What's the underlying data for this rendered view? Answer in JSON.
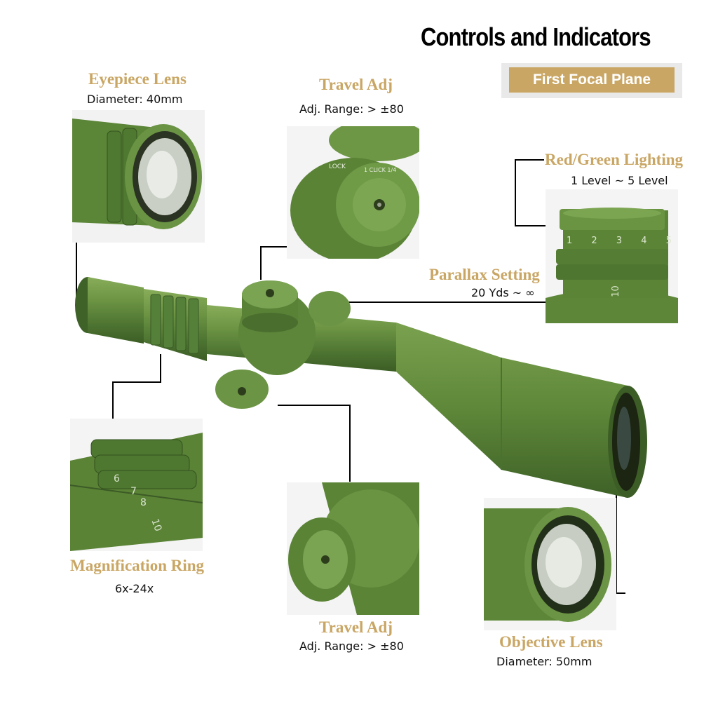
{
  "header": {
    "title": "Controls and Indicators",
    "badge": "First Focal Plane"
  },
  "callouts": {
    "eyepiece": {
      "label": "Eyepiece Lens",
      "detail": "Diameter: 40mm"
    },
    "travel_top": {
      "label": "Travel Adj",
      "detail": "Adj. Range: > ±80"
    },
    "lighting": {
      "label": "Red/Green Lighting",
      "detail": "1 Level ~ 5 Level"
    },
    "parallax": {
      "label": "Parallax Setting",
      "detail": "20 Yds ~ ∞"
    },
    "magnification": {
      "label": "Magnification Ring",
      "detail": "6x-24x"
    },
    "travel_bottom": {
      "label": "Travel Adj",
      "detail": "Adj. Range: > ±80"
    },
    "objective": {
      "label": "Objective Lens",
      "detail": "Diameter: 50mm"
    }
  },
  "dial_marks": {
    "lighting_levels": [
      "1",
      "2",
      "3",
      "4",
      "5"
    ],
    "parallax_mark": "10",
    "mag_marks": [
      "6",
      "7",
      "8",
      "10"
    ],
    "turret_text": "1 CLICK 1/4",
    "lock_text": "LOCK"
  },
  "colors": {
    "accent_gold": "#c9a664",
    "scope_green": "#5f8a3a"
  }
}
